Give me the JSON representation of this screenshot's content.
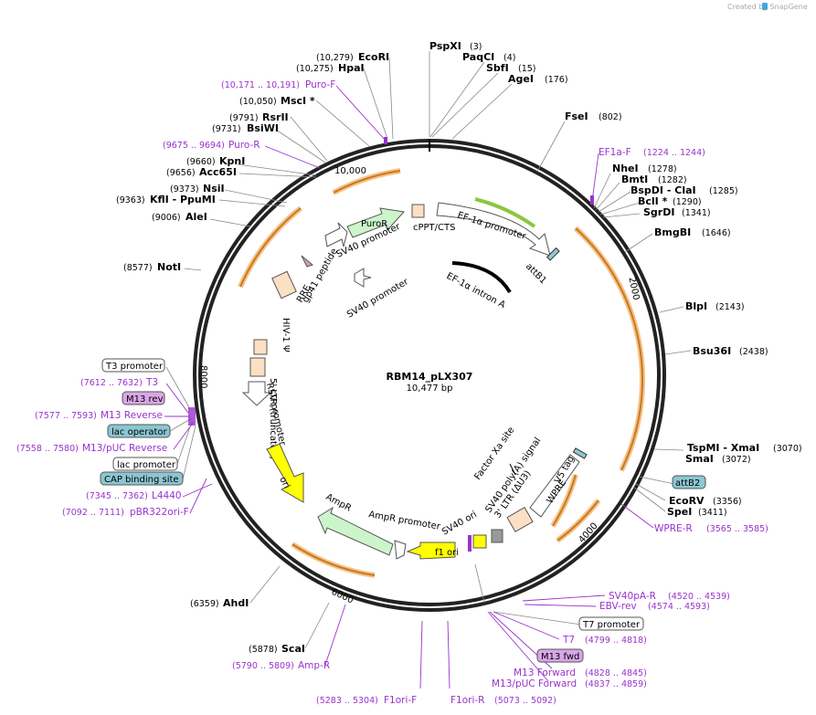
{
  "brand": "Created by SnapGene",
  "plasmid": {
    "name": "RBM14_pLX307",
    "length": "10,477 bp"
  },
  "ticks": [
    "2000",
    "4000",
    "6000",
    "8000",
    "10,000"
  ],
  "enzymes": [
    {
      "name": "PspXI",
      "pos": "(3)"
    },
    {
      "name": "PaqCI",
      "pos": "(4)"
    },
    {
      "name": "SbfI",
      "pos": "(15)"
    },
    {
      "name": "AgeI",
      "pos": "(176)"
    },
    {
      "name": "FseI",
      "pos": "(802)"
    },
    {
      "name": "NheI",
      "pos": "(1278)"
    },
    {
      "name": "BmtI",
      "pos": "(1282)"
    },
    {
      "name": "BspDI - ClaI",
      "pos": "(1285)"
    },
    {
      "name": "BclI *",
      "pos": "(1290)"
    },
    {
      "name": "SgrDI",
      "pos": "(1341)"
    },
    {
      "name": "BmgBI",
      "pos": "(1646)"
    },
    {
      "name": "BlpI",
      "pos": "(2143)"
    },
    {
      "name": "Bsu36I",
      "pos": "(2438)"
    },
    {
      "name": "TspMI - XmaI",
      "pos": "(3070)"
    },
    {
      "name": "SmaI",
      "pos": "(3072)"
    },
    {
      "name": "EcoRV",
      "pos": "(3356)"
    },
    {
      "name": "SpeI",
      "pos": "(3411)"
    },
    {
      "name": "AhdI",
      "pos": "(6359)"
    },
    {
      "name": "ScaI",
      "pos": "(5878)"
    },
    {
      "name": "NotI",
      "pos": "(8577)"
    },
    {
      "name": "AleI",
      "pos": "(9006)"
    },
    {
      "name": "KflI - PpuMI",
      "pos": "(9363)"
    },
    {
      "name": "NsiI",
      "pos": "(9373)"
    },
    {
      "name": "Acc65I",
      "pos": "(9656)"
    },
    {
      "name": "KpnI",
      "pos": "(9660)"
    },
    {
      "name": "BsiWI",
      "pos": "(9731)"
    },
    {
      "name": "RsrII",
      "pos": "(9791)"
    },
    {
      "name": "MscI *",
      "pos": "(10,050)"
    },
    {
      "name": "HpaI",
      "pos": "(10,275)"
    },
    {
      "name": "EcoRI",
      "pos": "(10,279)"
    }
  ],
  "primers": [
    {
      "name": "Puro-F",
      "pos": "(10,171 .. 10,191)"
    },
    {
      "name": "Puro-R",
      "pos": "(9675 .. 9694)"
    },
    {
      "name": "EF1a-F",
      "pos": "(1224 .. 1244)"
    },
    {
      "name": "WPRE-R",
      "pos": "(3565 .. 3585)"
    },
    {
      "name": "SV40pA-R",
      "pos": "(4520 .. 4539)"
    },
    {
      "name": "EBV-rev",
      "pos": "(4574 .. 4593)"
    },
    {
      "name": "T7",
      "pos": "(4799 .. 4818)"
    },
    {
      "name": "M13 Forward",
      "pos": "(4828 .. 4845)"
    },
    {
      "name": "M13/pUC Forward",
      "pos": "(4837 .. 4859)"
    },
    {
      "name": "F1ori-R",
      "pos": "(5073 .. 5092)"
    },
    {
      "name": "F1ori-F",
      "pos": "(5283 .. 5304)"
    },
    {
      "name": "Amp-R",
      "pos": "(5790 .. 5809)"
    },
    {
      "name": "pBR322ori-F",
      "pos": "(7092 .. 7111)"
    },
    {
      "name": "L4440",
      "pos": "(7345 .. 7362)"
    },
    {
      "name": "M13/pUC Reverse",
      "pos": "(7558 .. 7580)"
    },
    {
      "name": "M13 Reverse",
      "pos": "(7577 .. 7593)"
    },
    {
      "name": "T3",
      "pos": "(7612 .. 7632)"
    }
  ],
  "boxed": [
    {
      "name": "attB2"
    },
    {
      "name": "T7 promoter"
    },
    {
      "name": "M13 fwd"
    },
    {
      "name": "T3 promoter"
    },
    {
      "name": "M13 rev"
    },
    {
      "name": "lac operator"
    },
    {
      "name": "lac promoter"
    },
    {
      "name": "CAP binding site"
    }
  ],
  "features": [
    "PuroR",
    "cPPT/CTS",
    "EF-1α promoter",
    "attB1",
    "EF-1α intron A",
    "SV40 promoter",
    "gp41 peptide",
    "RRE",
    "SV40 promoter",
    "HIV-1 Ψ",
    "5' LTR (truncated)",
    "RSV promoter",
    "ori",
    "AmpR",
    "AmpR promoter",
    "f1 ori",
    "SV40 ori",
    "SV40 poly(A) signal",
    "3' LTR (ΔU3)",
    "WPRE",
    "Factor Xa site",
    "V5 tag"
  ],
  "colors": {
    "primer": "#9933cc",
    "orf_fill": "#ccf5cc",
    "orange": "#f5a623",
    "teal": "#8cc6d2",
    "m13": "#d9a6e8",
    "yellow": "#ffff00"
  }
}
